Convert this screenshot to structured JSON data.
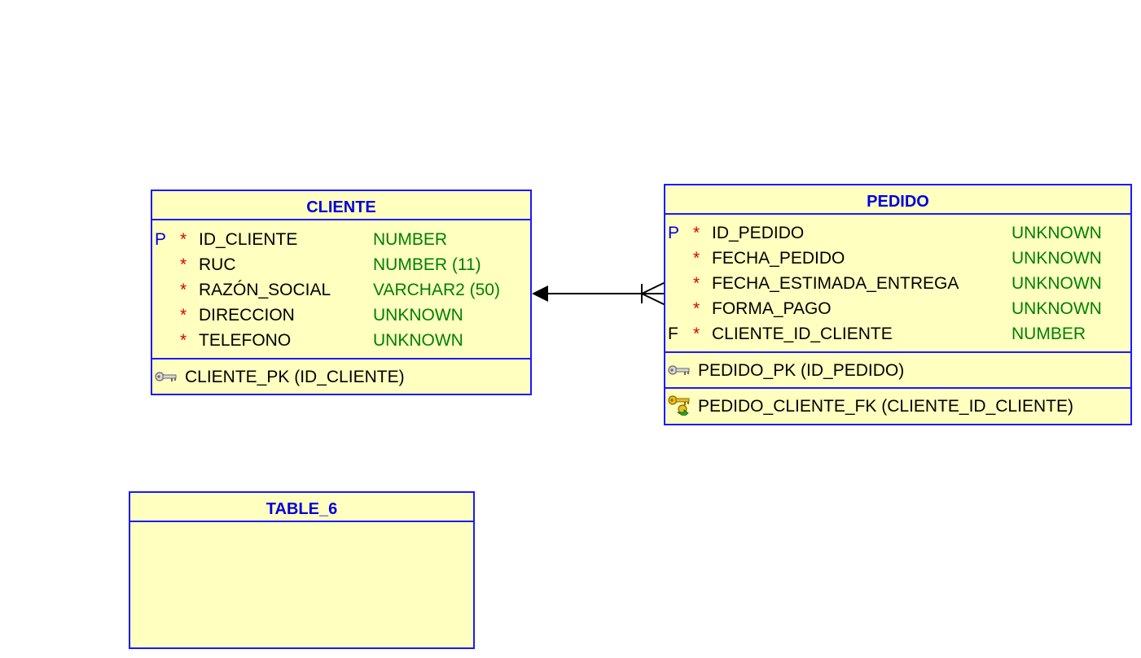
{
  "tables": {
    "cliente": {
      "title": "CLIENTE",
      "columns": [
        {
          "key": "P",
          "required": "*",
          "name": "ID_CLIENTE",
          "type": "NUMBER"
        },
        {
          "key": "",
          "required": "*",
          "name": "RUC",
          "type": "NUMBER (11)"
        },
        {
          "key": "",
          "required": "*",
          "name": "RAZÓN_SOCIAL",
          "type": "VARCHAR2 (50)"
        },
        {
          "key": "",
          "required": "*",
          "name": "DIRECCION",
          "type": "UNKNOWN"
        },
        {
          "key": "",
          "required": "*",
          "name": "TELEFONO",
          "type": "UNKNOWN"
        }
      ],
      "constraints": [
        {
          "kind": "pk",
          "icon": "primary-key-icon",
          "label": "CLIENTE_PK (ID_CLIENTE)"
        }
      ]
    },
    "pedido": {
      "title": "PEDIDO",
      "columns": [
        {
          "key": "P",
          "required": "*",
          "name": "ID_PEDIDO",
          "type": "UNKNOWN"
        },
        {
          "key": "",
          "required": "*",
          "name": "FECHA_PEDIDO",
          "type": "UNKNOWN"
        },
        {
          "key": "",
          "required": "*",
          "name": "FECHA_ESTIMADA_ENTREGA",
          "type": "UNKNOWN"
        },
        {
          "key": "",
          "required": "*",
          "name": "FORMA_PAGO",
          "type": "UNKNOWN"
        },
        {
          "key": "F",
          "required": "*",
          "name": "CLIENTE_ID_CLIENTE",
          "type": "NUMBER"
        }
      ],
      "constraints": [
        {
          "kind": "pk",
          "icon": "primary-key-icon",
          "label": "PEDIDO_PK (ID_PEDIDO)"
        },
        {
          "kind": "fk",
          "icon": "foreign-key-icon",
          "label": "PEDIDO_CLIENTE_FK (CLIENTE_ID_CLIENTE)"
        }
      ]
    },
    "table6": {
      "title": "TABLE_6",
      "columns": [],
      "constraints": []
    }
  },
  "relationships": [
    {
      "from": "PEDIDO",
      "to": "CLIENTE",
      "cardinality": "many-to-one",
      "label": ""
    }
  ],
  "colors": {
    "border": "#1a1aff",
    "fill": "#ffffc0",
    "title": "#0000dd",
    "required": "#dd0000",
    "type": "#008000"
  }
}
